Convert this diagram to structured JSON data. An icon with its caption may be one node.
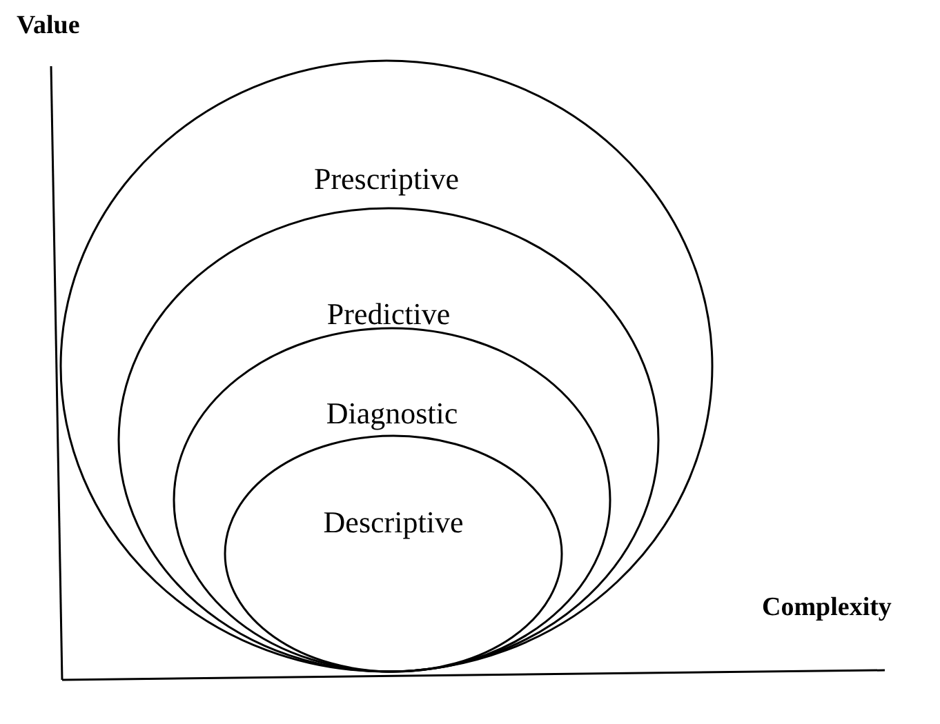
{
  "diagram": {
    "nodes": [
      {
        "text": [
          "Prescriptive"
        ]
      },
      {
        "text": [
          "Predictive"
        ],
        "in": 0
      },
      {
        "text": [
          "Diagnostic"
        ],
        "in": 1
      },
      {
        "text": [
          "Descriptive"
        ],
        "in": 2
      }
    ],
    "labels": [
      "Value",
      "Complexity"
    ]
  }
}
